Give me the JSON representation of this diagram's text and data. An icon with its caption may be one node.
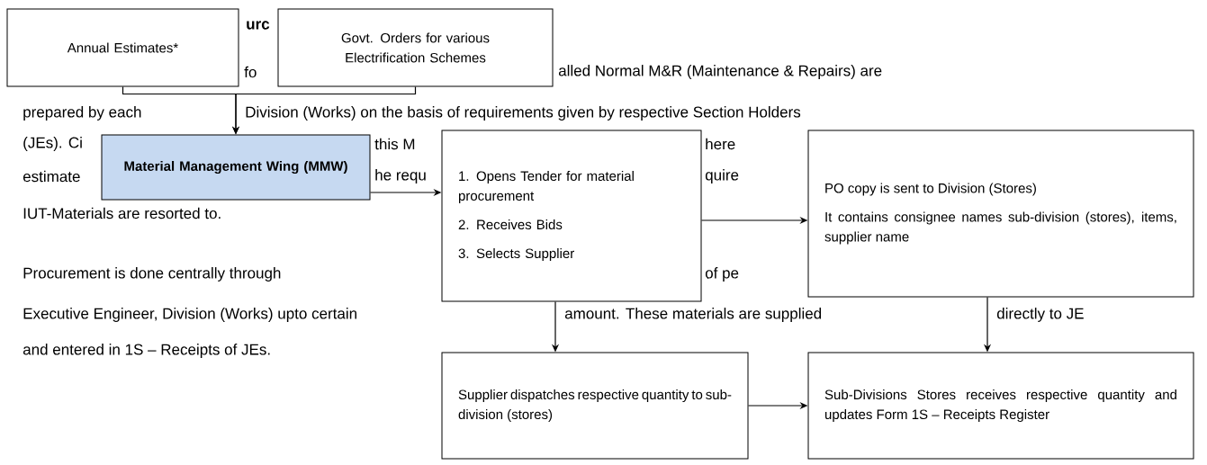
{
  "diagram": {
    "nodes": [
      {
        "text": [
          "Annual Estimates*"
        ]
      },
      {
        "text": [
          "Govt. Orders for various Electrification Schemes"
        ]
      },
      {
        "text": [
          "Material Management Wing (MMW)"
        ]
      },
      {
        "text": [
          "1. Opens Tender for material procurement",
          "2. Receives Bids",
          "3. Selects Supplier"
        ]
      },
      {
        "text": [
          "PO copy is sent to Division (Stores)",
          "It contains consignee names sub-division (stores), items, supplier name"
        ]
      },
      {
        "text": [
          "Supplier dispatches respective quantity to sub-division (stores)"
        ]
      },
      {
        "text": [
          "Sub-Divisions Stores receives respective quantity and updates Form 1S – Receipts Register"
        ]
      }
    ],
    "edges": [
      {
        "from": 0,
        "to": 2,
        "arrow": "to"
      },
      {
        "from": 1,
        "to": 2,
        "arrow": "to"
      },
      {
        "from": 2,
        "to": 3,
        "arrow": "to"
      },
      {
        "from": 3,
        "to": 4,
        "arrow": "to"
      },
      {
        "from": 3,
        "to": 5,
        "arrow": "to"
      },
      {
        "from": 4,
        "to": 6,
        "arrow": "to"
      },
      {
        "from": 5,
        "to": 6,
        "arrow": "to"
      }
    ],
    "labels": [
      "urc",
      "fo",
      "alled Normal M&R (Maintenance & Repairs) are",
      "prepared by each",
      "Division (Works) on the basis of requirements given by respective Section Holders",
      "(JEs). Ci",
      "this M",
      "here",
      "estimate",
      "he requ",
      "quire",
      "IUT-Materials are resorted to.",
      "Procurement is done centrally through",
      "of pe",
      "Executive Engineer, Division (Works) upto certain",
      "amount. These materials are supplied",
      "directly to JE",
      "and entered in 1S – Receipts of JEs."
    ]
  }
}
